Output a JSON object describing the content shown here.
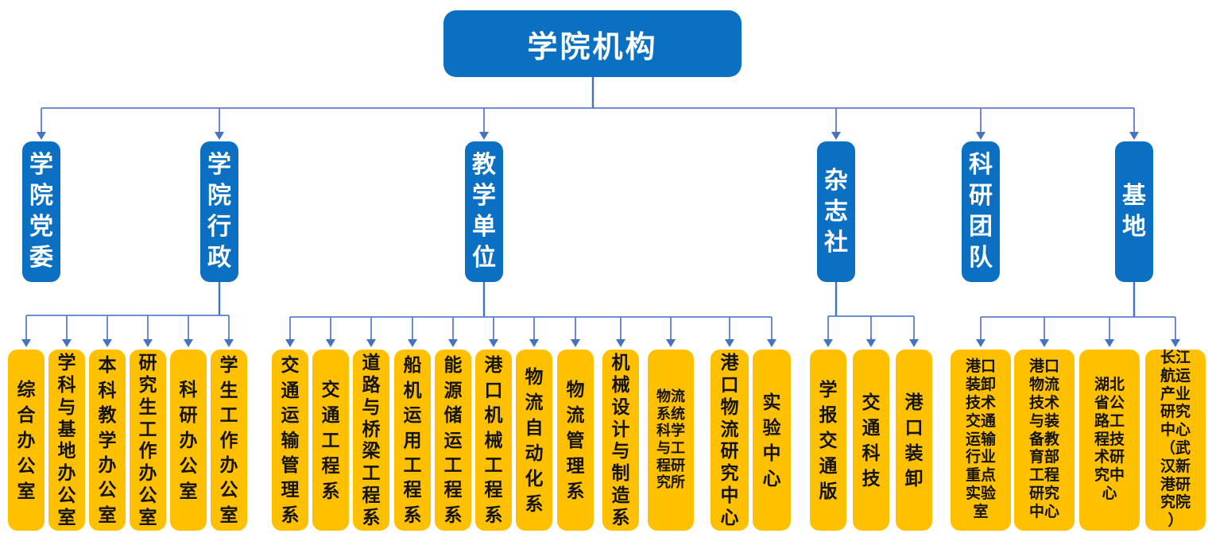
{
  "title": "学院机构",
  "colors": {
    "node_blue": "#0c70c2",
    "node_yellow": "#ffc000",
    "connector_line": "#5b7ed1",
    "connector_arrow": "#4472c4",
    "text_on_blue": "#ffffff",
    "text_on_yellow": "#141414"
  },
  "branches": [
    {
      "label": "学院党委",
      "children": []
    },
    {
      "label": "学院行政",
      "children": [
        "综合办公室",
        "学科与基地办公室",
        "本科教学办公室",
        "研究生工作办公室",
        "科研办公室",
        "学生工作办公室"
      ]
    },
    {
      "label": "教学单位",
      "children": [
        "交通运输管理系",
        "交通工程系",
        "道路与桥梁工程系",
        "船机运用工程系",
        "能源储运工程系",
        "港口机械工程系",
        "物流自动化系",
        "物流管理系",
        "机械设计与制造系",
        "物流系统科学与工程研究所",
        "港口物流研究中心",
        "实验中心"
      ]
    },
    {
      "label": "杂志社",
      "children": [
        "学报交通版",
        "交通科技",
        "港口装卸"
      ]
    },
    {
      "label": "科研团队",
      "children": []
    },
    {
      "label": "基地",
      "children": [
        "港口装卸技术交通运输行业重点实验室",
        "港口物流技术与装备教育部工程研究中心",
        "湖北省公路工程技术研究中心",
        "长江航运产业研究中心（武汉新港研究院）"
      ]
    }
  ]
}
